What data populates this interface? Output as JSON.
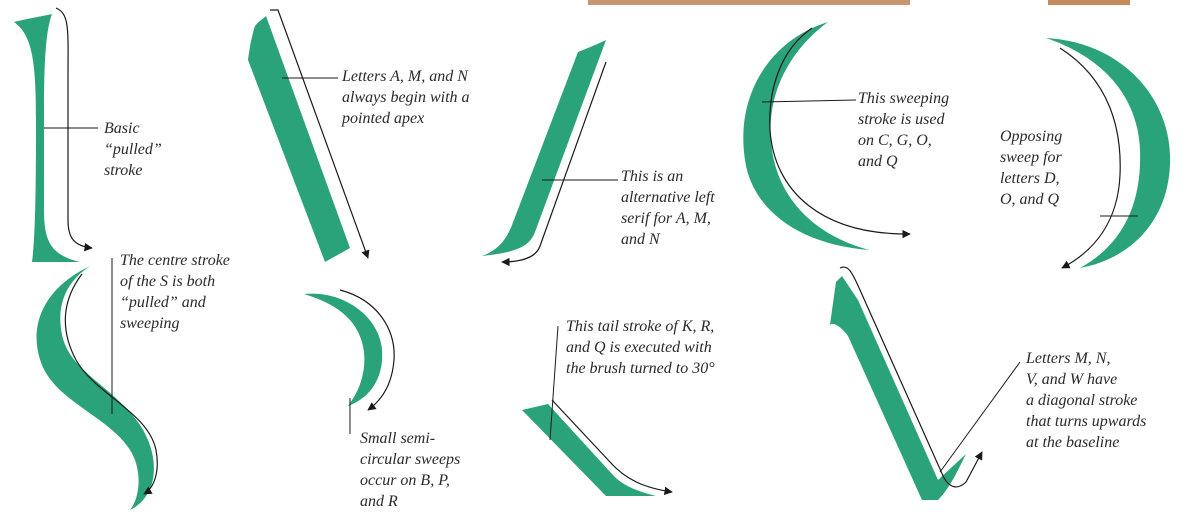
{
  "colors": {
    "stroke_green": "#2aa37a",
    "ink": "#1a1a1a",
    "photo": "#c9956a"
  },
  "captions": {
    "pulled": [
      "Basic",
      "“pulled”",
      "stroke"
    ],
    "apex": [
      "Letters A, M, and N",
      "always begin with a",
      "pointed apex"
    ],
    "left_serif": [
      "This is an",
      "alternative left",
      "serif for A, M,",
      "and N"
    ],
    "sweeping": [
      "This sweeping",
      "stroke is used",
      "on C, G, O,",
      "and Q"
    ],
    "opposing": [
      "Opposing",
      "sweep for",
      "letters D,",
      "O, and Q"
    ],
    "centre_s": [
      "The centre stroke",
      "of the S is both",
      "“pulled” and",
      "sweeping"
    ],
    "semi": [
      "Small semi-",
      "circular sweeps",
      "occur on B, P,",
      "and R"
    ],
    "tail": [
      "This tail stroke of K, R,",
      "and Q is executed with",
      "the brush turned to 30°"
    ],
    "diagonal": [
      "Letters M, N,",
      "V, and W have",
      "a diagonal stroke",
      "that turns upwards",
      "at the baseline"
    ]
  }
}
